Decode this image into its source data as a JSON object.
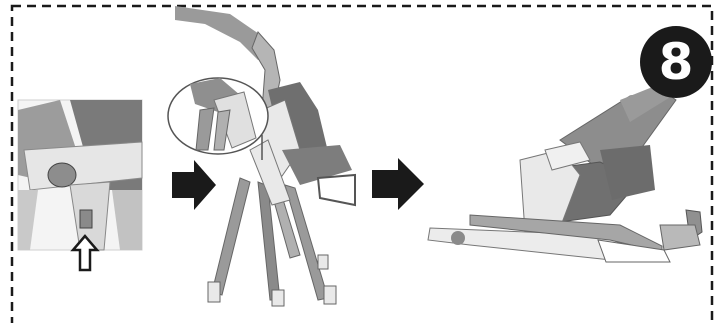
{
  "step": {
    "number": "8"
  },
  "colors": {
    "ink": "#1a1a1a",
    "seat": "#6f6f6f",
    "frame": "#e9e9e9",
    "arm": "#9a9a9a"
  },
  "icons": [
    "step-badge",
    "arrow-right-icon",
    "arrow-up-icon",
    "zoom-callout"
  ]
}
